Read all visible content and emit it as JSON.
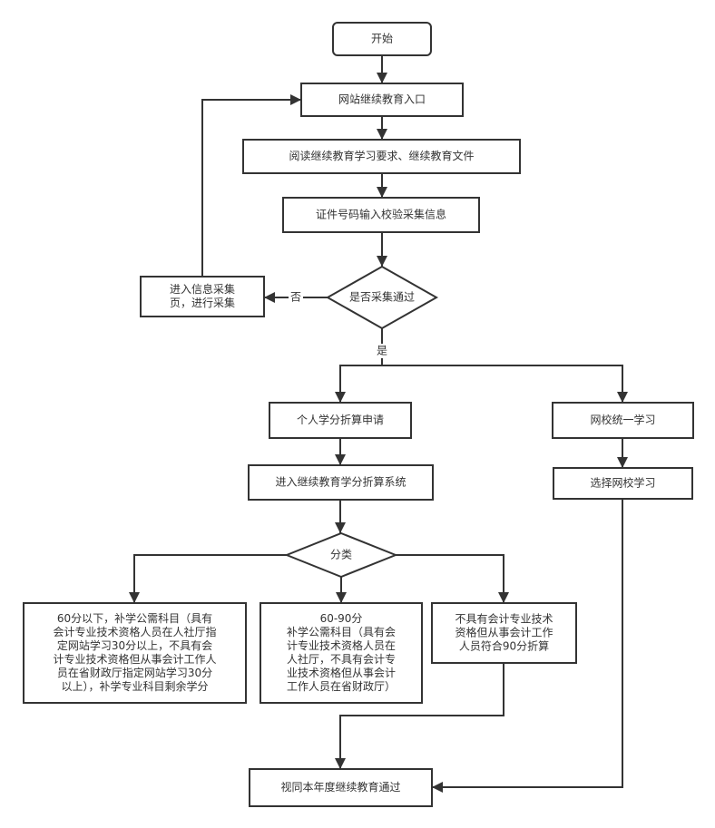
{
  "diagram": {
    "type": "flowchart",
    "nodes": [
      {
        "id": "start",
        "shape": "rounded",
        "lines": [
          "开始"
        ]
      },
      {
        "id": "entry",
        "shape": "rect",
        "lines": [
          "网站继续教育入口"
        ]
      },
      {
        "id": "read",
        "shape": "rect",
        "lines": [
          "阅读继续教育学习要求、继续教育文件"
        ]
      },
      {
        "id": "verify",
        "shape": "rect",
        "lines": [
          "证件号码输入校验采集信息"
        ]
      },
      {
        "id": "collected",
        "shape": "diamond",
        "lines": [
          "是否采集通过"
        ]
      },
      {
        "id": "collect_page",
        "shape": "rect",
        "lines": [
          "进入信息采集",
          "页，进行采集"
        ]
      },
      {
        "id": "personal_apply",
        "shape": "rect",
        "lines": [
          "个人学分折算申请"
        ]
      },
      {
        "id": "unified_study",
        "shape": "rect",
        "lines": [
          "网校统一学习"
        ]
      },
      {
        "id": "credit_system",
        "shape": "rect",
        "lines": [
          "进入继续教育学分折算系统"
        ]
      },
      {
        "id": "choose_school",
        "shape": "rect",
        "lines": [
          "选择网校学习"
        ]
      },
      {
        "id": "classify",
        "shape": "diamond",
        "lines": [
          "分类"
        ]
      },
      {
        "id": "below60",
        "shape": "rect",
        "lines": [
          "60分以下，补学公需科目（具有",
          "会计专业技术资格人员在人社厅指",
          "定网站学习30分以上，不具有会",
          "计专业技术资格但从事会计工作人",
          "员在省财政厅指定网站学习30分",
          "以上），补学专业科目剩余学分"
        ]
      },
      {
        "id": "range60_90",
        "shape": "rect",
        "lines": [
          "60-90分",
          "补学公需科目（具有会",
          "计专业技术资格人员在",
          "人社厅，不具有会计专",
          "业技术资格但从事会计",
          "工作人员在省财政厅）"
        ]
      },
      {
        "id": "no_qual",
        "shape": "rect",
        "lines": [
          "不具有会计专业技术",
          "资格但从事会计工作",
          "人员符合90分折算"
        ]
      },
      {
        "id": "passed",
        "shape": "rect",
        "lines": [
          "视同本年度继续教育通过"
        ]
      }
    ],
    "edges": [
      {
        "from": "start",
        "to": "entry",
        "label": ""
      },
      {
        "from": "entry",
        "to": "read",
        "label": ""
      },
      {
        "from": "read",
        "to": "verify",
        "label": ""
      },
      {
        "from": "verify",
        "to": "collected",
        "label": ""
      },
      {
        "from": "collected",
        "to": "collect_page",
        "label": "否"
      },
      {
        "from": "collect_page",
        "to": "entry",
        "label": ""
      },
      {
        "from": "collected",
        "to": "personal_apply",
        "label": "是"
      },
      {
        "from": "collected",
        "to": "unified_study",
        "label": "是"
      },
      {
        "from": "personal_apply",
        "to": "credit_system",
        "label": ""
      },
      {
        "from": "unified_study",
        "to": "choose_school",
        "label": ""
      },
      {
        "from": "credit_system",
        "to": "classify",
        "label": ""
      },
      {
        "from": "classify",
        "to": "below60",
        "label": ""
      },
      {
        "from": "classify",
        "to": "range60_90",
        "label": ""
      },
      {
        "from": "classify",
        "to": "no_qual",
        "label": ""
      },
      {
        "from": "no_qual",
        "to": "passed",
        "label": ""
      },
      {
        "from": "choose_school",
        "to": "passed",
        "label": ""
      }
    ]
  }
}
